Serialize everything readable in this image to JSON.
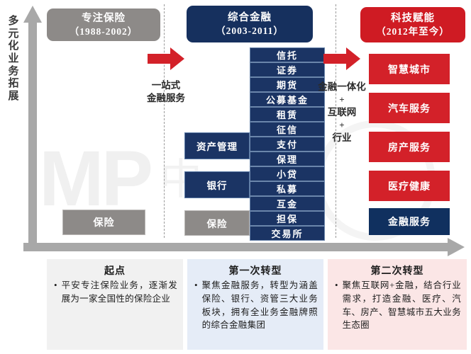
{
  "axis": {
    "y_label": "多元化业务拓展",
    "y_chars": [
      "多",
      "元",
      "化",
      "业",
      "务",
      "拓",
      "展"
    ]
  },
  "phases": [
    {
      "id": "phase-1",
      "title": "专注保险",
      "period": "（1988-2002）",
      "color": "#8d8a88"
    },
    {
      "id": "phase-2",
      "title": "综合金融",
      "period": "（2003-2011）",
      "color": "#16305e"
    },
    {
      "id": "phase-3",
      "title": "科技赋能",
      "period": "（2012年至今）",
      "color": "#cf1b23"
    }
  ],
  "connectors": [
    {
      "id": "connector-1",
      "lines": [
        "一站式",
        "金融服务"
      ]
    },
    {
      "id": "connector-2",
      "lines": [
        "金融一体化",
        "+",
        "互联网",
        "+",
        "行业"
      ]
    }
  ],
  "column1": {
    "boxes": [
      {
        "label": "保险",
        "color": "#8d8a88"
      }
    ]
  },
  "column2": {
    "pillars": [
      {
        "label": "资产管理",
        "color": "#1b3464"
      },
      {
        "label": "银行",
        "color": "#1b3464"
      },
      {
        "label": "保险",
        "color": "#8d8a88"
      }
    ],
    "stack": [
      "信托",
      "证券",
      "期货",
      "公募基金",
      "租赁",
      "征信",
      "支付",
      "保理",
      "小贷",
      "私募",
      "互金",
      "担保",
      "交易所"
    ]
  },
  "column3": {
    "boxes": [
      {
        "label": "智慧城市",
        "color": "#d32129"
      },
      {
        "label": "汽车服务",
        "color": "#d32129"
      },
      {
        "label": "房产服务",
        "color": "#d32129"
      },
      {
        "label": "医疗健康",
        "color": "#d32129"
      },
      {
        "label": "金融服务",
        "color": "#10305f"
      }
    ]
  },
  "summary": [
    {
      "id": "summary-start",
      "title": "起点",
      "bullet": "•",
      "text": "平安专注保险业务，逐渐发展为一家全国性的保险企业",
      "bg": "#f1f1f1"
    },
    {
      "id": "summary-transform-1",
      "title": "第一次转型",
      "bullet": "•",
      "text": "聚焦金融服务，转型为涵盖保险、银行、资管三大业务板块，拥有全业务金融牌照的综合金融集团",
      "bg": "#e5ecf7"
    },
    {
      "id": "summary-transform-2",
      "title": "第二次转型",
      "bullet": "•",
      "text": "聚焦互联网+金融，结合行业需求，打造金融、医疗、汽车、房产、智慧城市五大业务生态圈",
      "bg": "#fbe6e6"
    }
  ],
  "watermark": {
    "text": "MP",
    "sub": "中"
  },
  "colors": {
    "navy": "#1b3464",
    "navy_dark": "#10305f",
    "gray": "#8d8a88",
    "red": "#d32129",
    "red_pill": "#cf1b23",
    "axis_gray": "#a8a8a8"
  }
}
